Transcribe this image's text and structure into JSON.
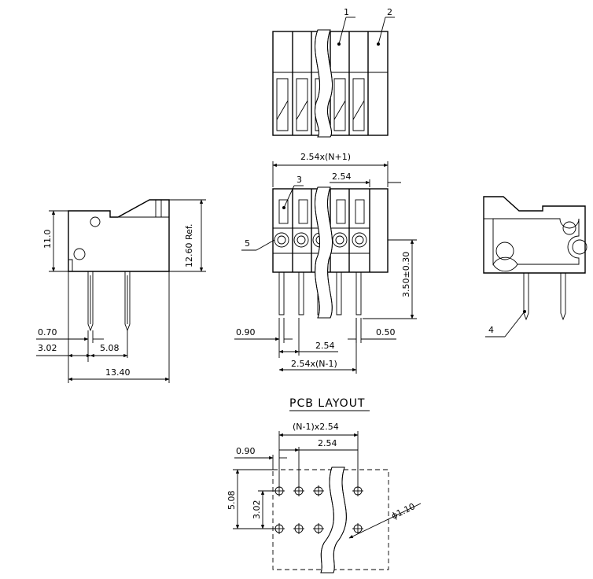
{
  "callouts": {
    "c1": "1",
    "c2": "2",
    "c3": "3",
    "c4": "4",
    "c5": "5"
  },
  "front_view": {
    "width_total": "2.54x(N+1)",
    "pitch_top": "2.54",
    "height_offset": "3.50±0.30",
    "pin_offset_left": "0.90",
    "pitch_bottom": "2.54",
    "pin_width": "0.50",
    "width_pins": "2.54x(N-1)"
  },
  "side_view": {
    "height": "11.0",
    "height_ref": "12.60 Ref.",
    "pin_width": "0.70",
    "pin_offset": "3.02",
    "pin_pitch": "5.08",
    "depth": "13.40"
  },
  "pcb_layout": {
    "title": "PCB LAYOUT",
    "width": "(N-1)x2.54",
    "offset_x": "0.90",
    "pitch": "2.54",
    "row_pitch": "5.08",
    "row_offset": "3.02",
    "hole_diameter": "ϕ1.10"
  }
}
